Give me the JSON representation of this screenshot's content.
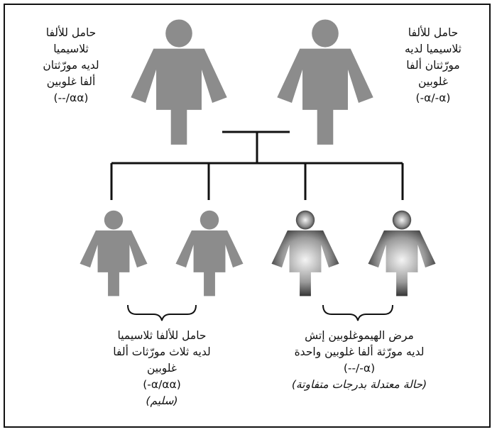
{
  "parents": [
    {
      "lines": [
        "حامل للألفا",
        "ثلاسيميا",
        "لديه مورّثتان",
        "ألفا غلوبين"
      ],
      "genotype": "(--/αα)"
    },
    {
      "lines": [
        "حامل للألفا",
        "ثلاسيميا لديه",
        "مورّثتان ألفا",
        "غلوبين"
      ],
      "genotype": "(-α/-α)"
    }
  ],
  "offspring_groups": [
    {
      "lines": [
        "حامل للألفا ثلاسيميا",
        "لديه ثلاث مورّثات ألفا",
        "غلوبين"
      ],
      "genotype": "(-α/αα)",
      "note": "(سليم)"
    },
    {
      "lines": [
        "مرض الهيموغلوبين إتش",
        "لديه مورّثة ألفا غلوبين واحدة"
      ],
      "genotype": "(--/-α)",
      "note": "(حالة معتدلة بدرجات متفاوتة)"
    }
  ],
  "colors": {
    "carrier": "#8c8c8c",
    "affected_dark": "#161616",
    "affected_light": "#f2f2f2",
    "line": "#111111"
  }
}
